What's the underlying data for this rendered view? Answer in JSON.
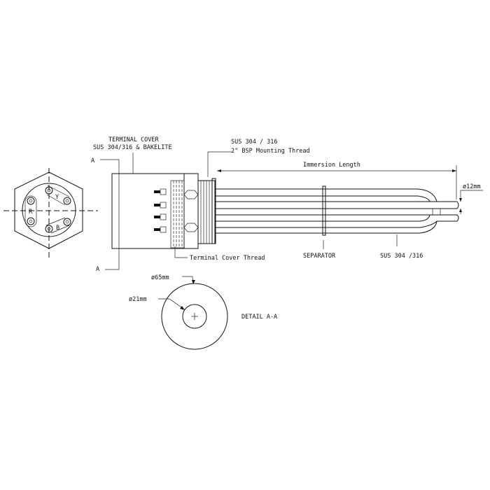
{
  "labels": {
    "terminal_cover": "TERMINAL COVER",
    "terminal_cover_material": "SUS 304/316 & BAKELITE",
    "flange_material": "SUS 304 / 316",
    "mounting_thread": "2\" BSP Mounting Thread",
    "immersion_length": "Immersion Length",
    "tube_diameter": "ø12mm",
    "terminal_cover_thread": "Terminal Cover Thread",
    "separator": "SEPARATOR",
    "tube_material": "SUS 304 /316",
    "section_a_top": "A",
    "section_a_bottom": "A",
    "outer_diameter": "ø65mm",
    "inner_diameter": "ø21mm",
    "detail": "DETAIL A-A"
  },
  "phases": [
    "R",
    "Y",
    "B"
  ]
}
